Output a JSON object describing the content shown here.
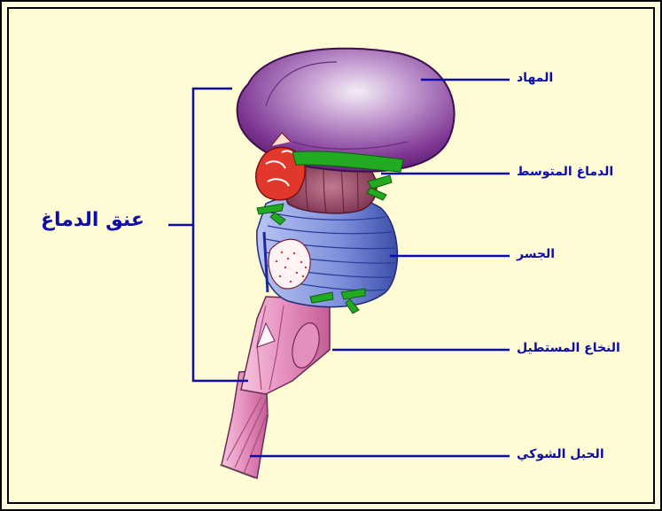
{
  "labels": {
    "group": "عنق الدماغ",
    "thalamus": "المهاد",
    "midbrain": "الدماغ المتوسط",
    "pons": "الجسر",
    "medulla": "النخاع المستطيل",
    "spinal_cord": "الحبل الشوكي"
  },
  "colors": {
    "label_text": "#0c0ca8",
    "background": "#fffbd5",
    "thalamus": "#8a3f9a",
    "pons": "#7f8fd8",
    "medulla": "#e7a0c8",
    "nerves": "#22aa22",
    "pineal": "#e2382c"
  }
}
